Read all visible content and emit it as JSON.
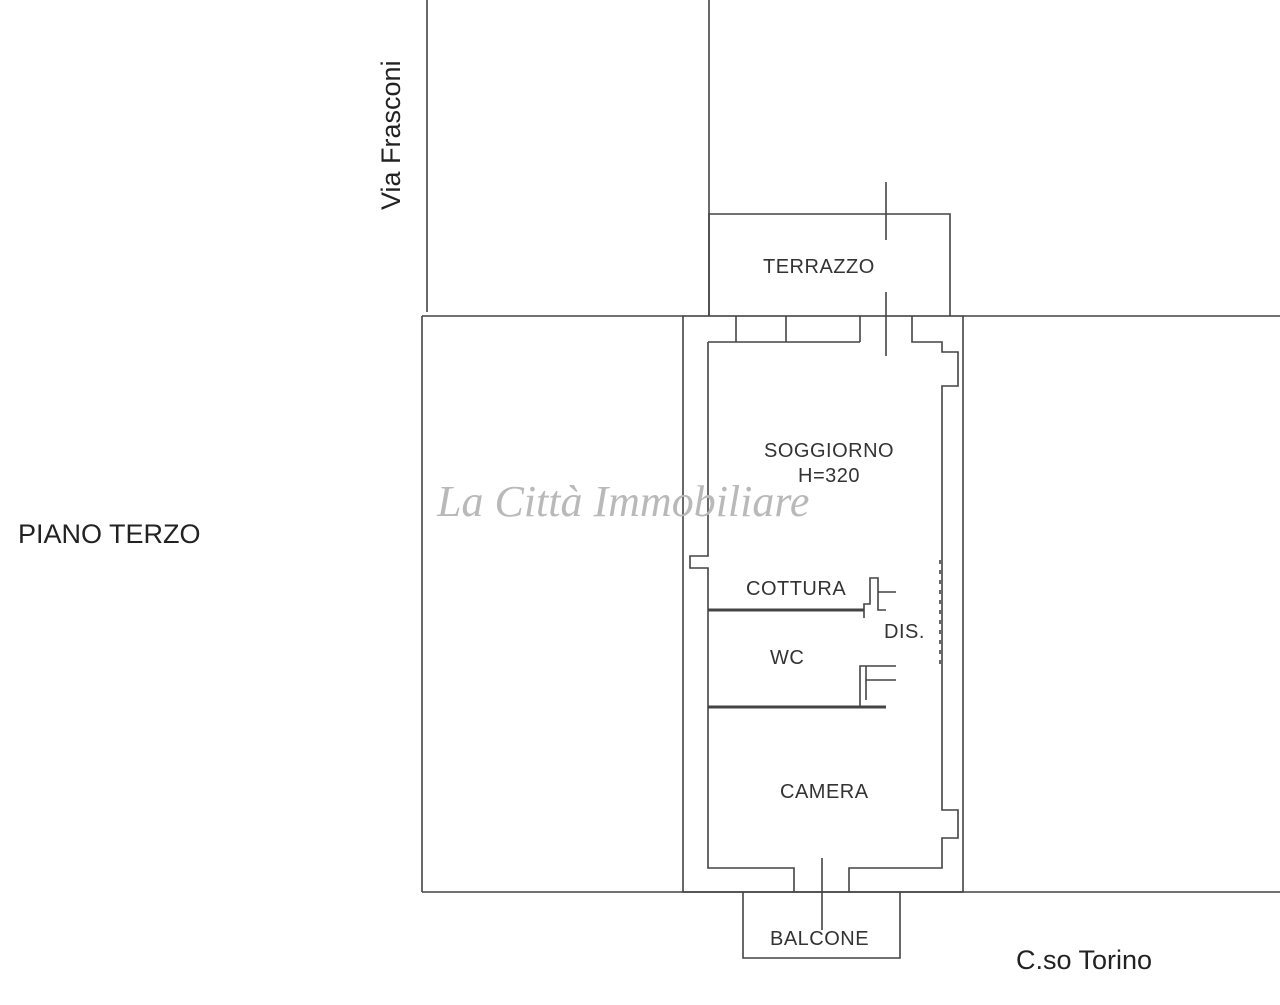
{
  "labels": {
    "street_vertical": "Via Frasconi",
    "floor": "PIANO TERZO",
    "street_bottom": "C.so Torino"
  },
  "rooms": {
    "terrazzo": "TERRAZZO",
    "soggiorno": "SOGGIORNO",
    "soggiorno_height": "H=320",
    "cottura": "COTTURA",
    "dis": "DIS.",
    "wc": "WC",
    "camera": "CAMERA",
    "balcone": "BALCONE"
  },
  "watermark": "La Città Immobiliare",
  "colors": {
    "line": "#444444",
    "text": "#333333",
    "watermark": "#b9b9b9",
    "background": "#ffffff"
  }
}
